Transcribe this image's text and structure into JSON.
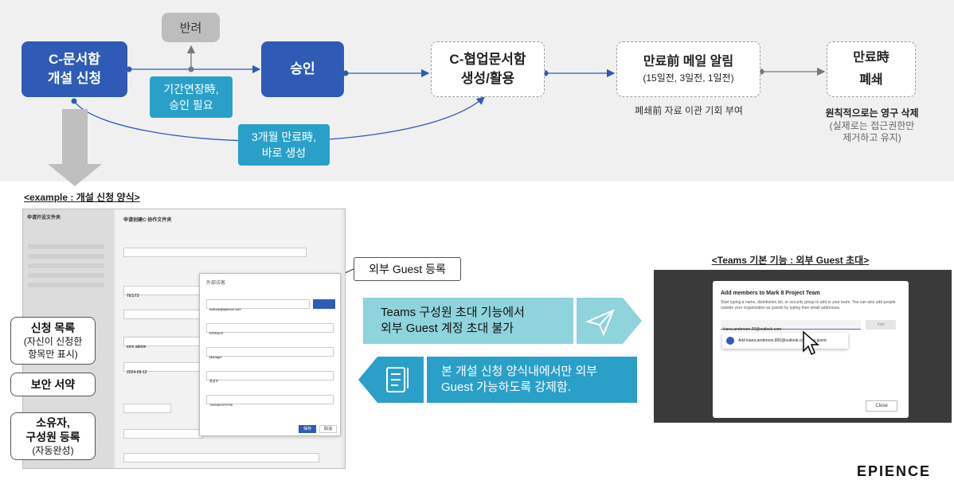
{
  "flow": {
    "reject": "반려",
    "open_request": [
      "C-문서함",
      "개설 신청"
    ],
    "approve": "승인",
    "create": [
      "C-협업문서함",
      "생성/활용"
    ],
    "notice_title": "만료前 메일 알림",
    "notice_sub": "(15일전, 3일전, 1일전)",
    "close": [
      "만료時",
      "폐쇄"
    ],
    "extend_note": [
      "기간연장時,",
      "승인 필요"
    ],
    "expire_note": [
      "3개월 만료時,",
      "바로 생성"
    ],
    "backup_note": "폐쇄前 자료 이관 기회 부여",
    "delete_title": "원칙적으로는 영구 삭제",
    "delete_sub": [
      "(실제로는 접근권한만",
      "제거하고 유지)"
    ]
  },
  "example": {
    "label": "<example : 개설 신청 양식>",
    "guest_label": "외부 Guest 등록",
    "callout_list_title": "신청 목록",
    "callout_list_sub": [
      "(자신이 신청한",
      "항목만 표시)"
    ],
    "callout_security": "보안 서약",
    "callout_owner": [
      "소유자,",
      "구성원 등록"
    ],
    "callout_owner_sub": "(자동완성)",
    "mock": {
      "left_title": "申请开设文件夹",
      "main_title": "申请创建C-协作文件夹",
      "popup_title": "外部访客",
      "email_value": "outlook@epience.com",
      "company_value": "EPIENCE",
      "position_value": "Manager",
      "name_value": "장성우",
      "phone_value": "+821087070700",
      "date_value": "2024-09-12",
      "approver_value": "ecm admin",
      "url_value": "TEST3",
      "save_btn": "保存",
      "cancel_btn": "取消"
    }
  },
  "middle": {
    "teams_limit": [
      "Teams 구성원 초대 기능에서",
      "외부 Guest 계정 초대 불가"
    ],
    "form_only": [
      "본 개설 신청 양식내에서만 외부",
      "Guest 가능하도록 강제함."
    ]
  },
  "teams": {
    "label": "<Teams 기본 기능 : 외부 Guest 초대>",
    "dialog_title": "Add members to Mark 8 Project Team",
    "dialog_desc": "Start typing a name, distribution list, or security group to add to your team. You can also add people outside your organization as guests by typing their email addresses.",
    "input_value": "kiana.anderson.20@outlook.com",
    "add_btn": "Add",
    "suggestion": "Add kiana.anderson.800@outlook.com as a guest",
    "close_btn": "Close"
  },
  "brand": "EPIENCE",
  "colors": {
    "blue": "#2f5bb7",
    "teal": "#2aa0c8",
    "light_teal": "#8fd3dc",
    "arrow_gray": "#7a7a7a"
  }
}
